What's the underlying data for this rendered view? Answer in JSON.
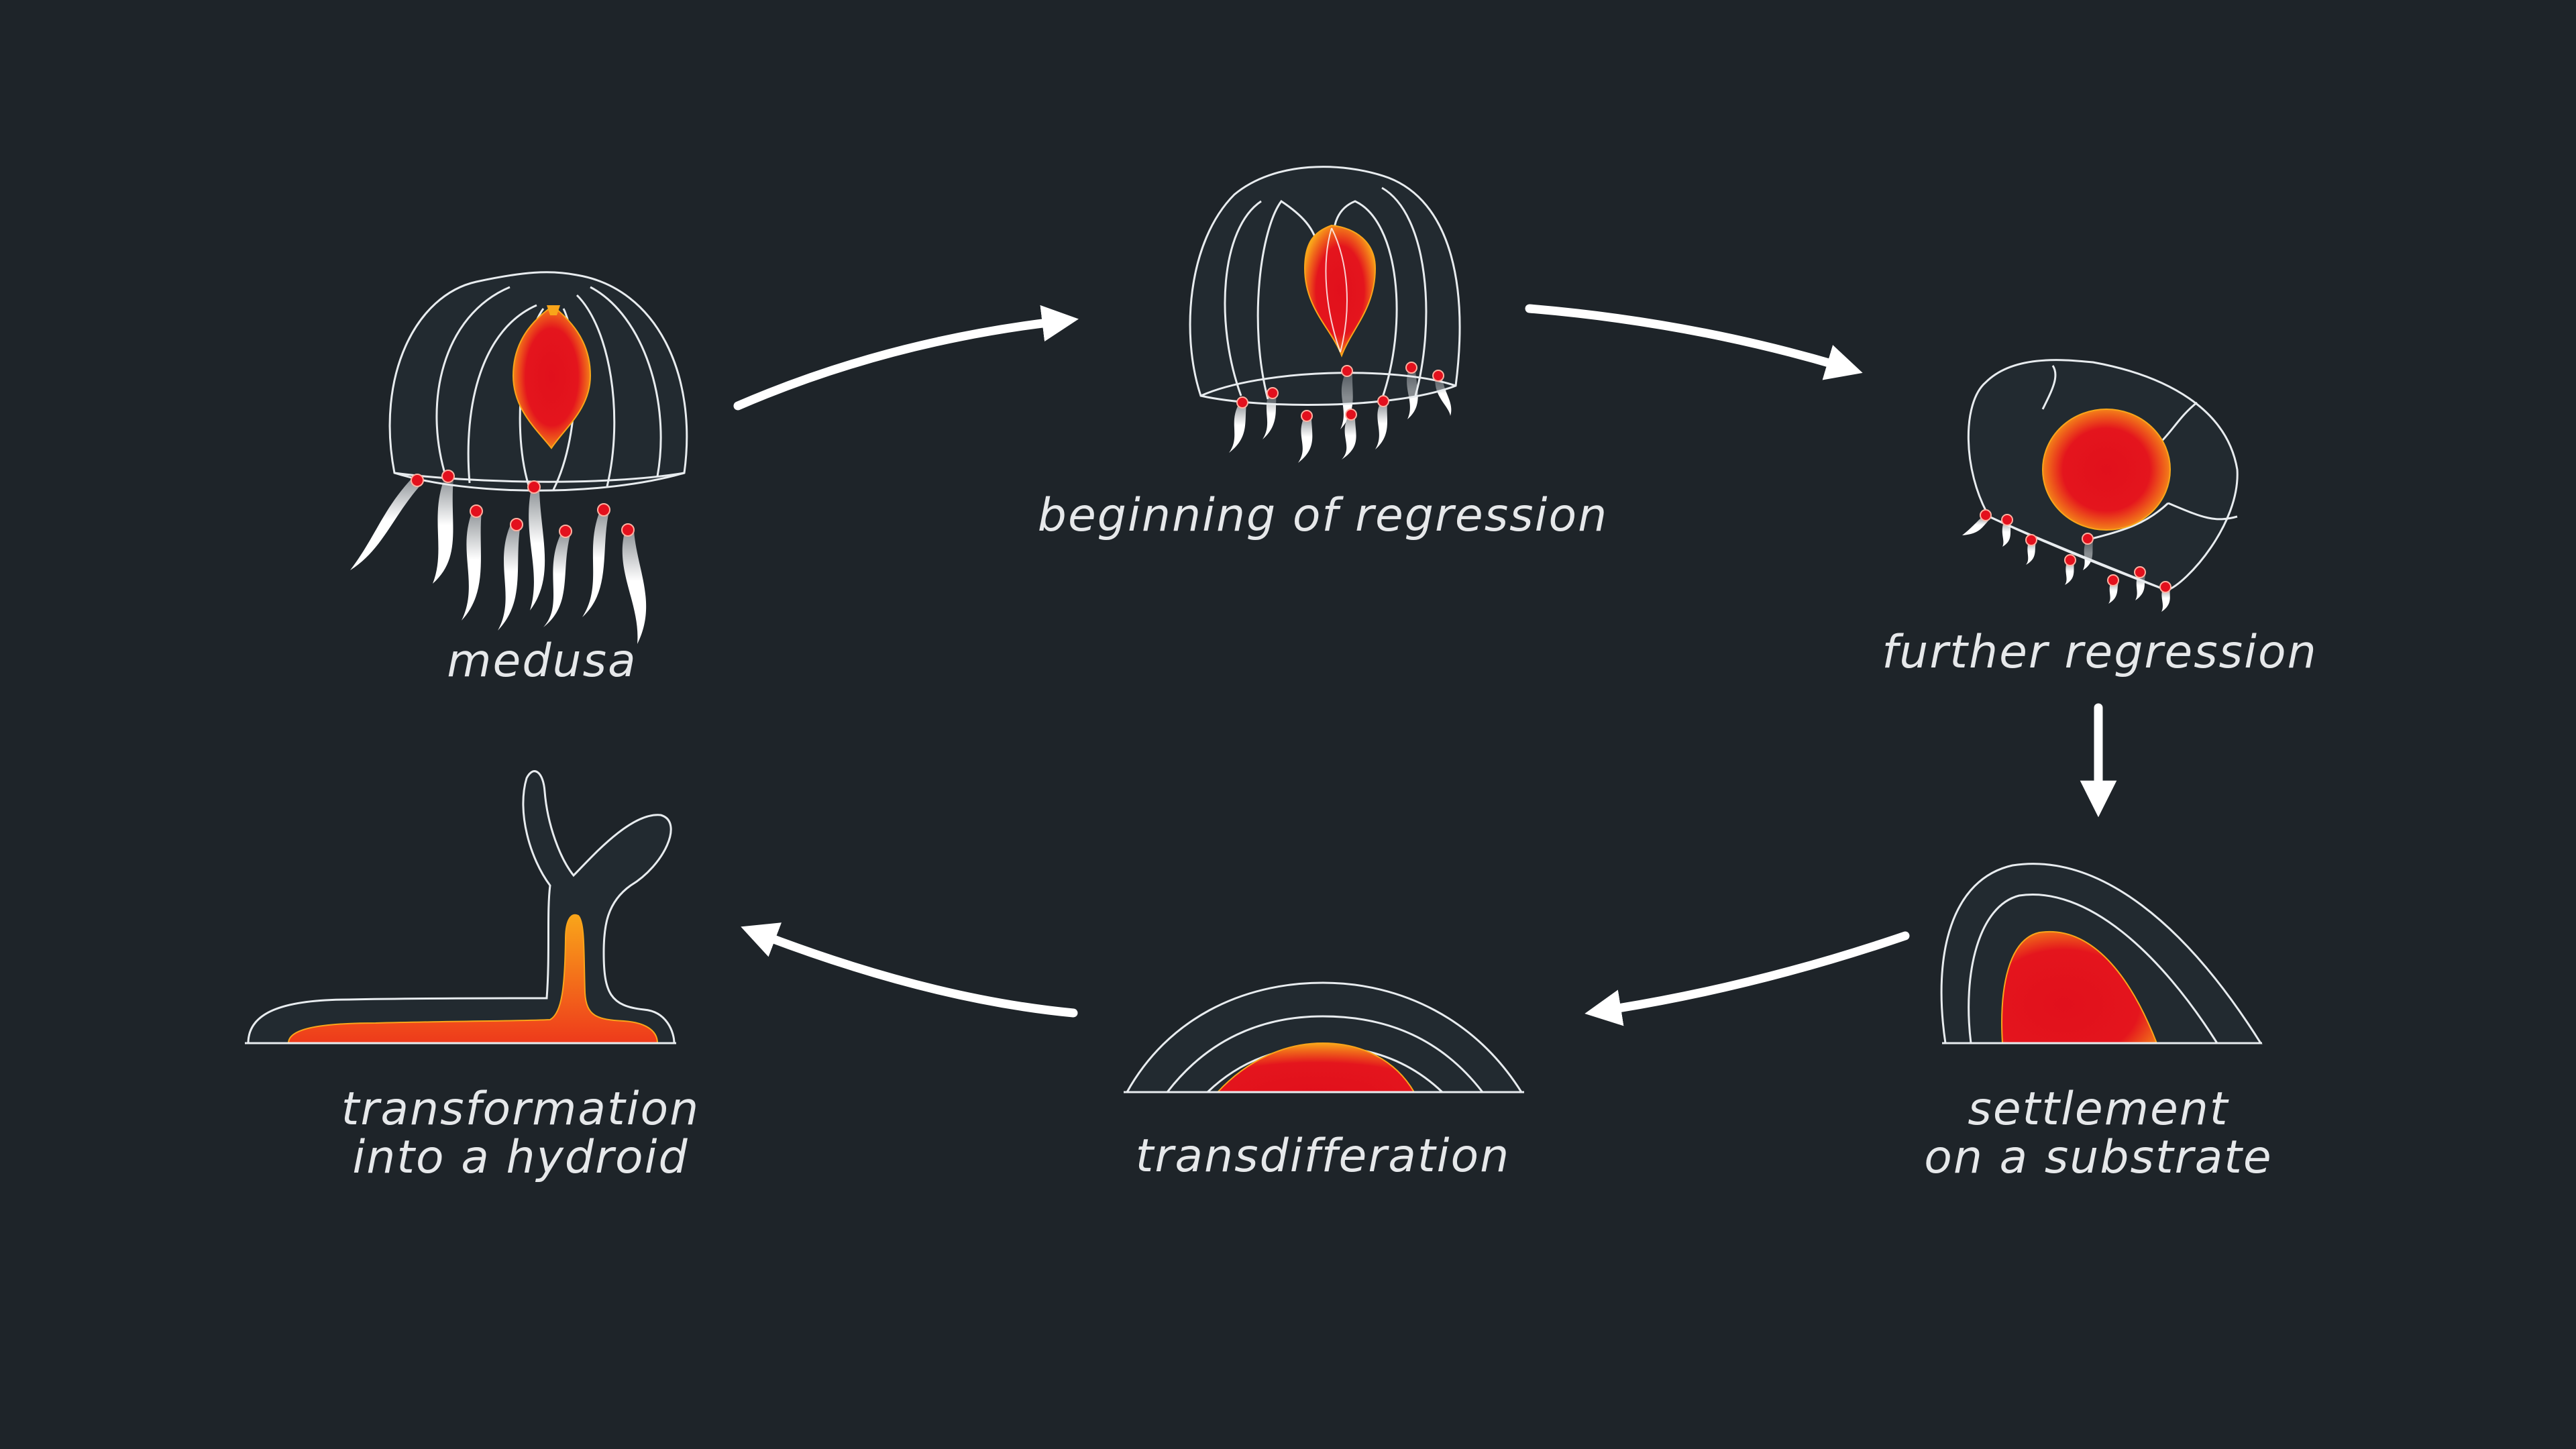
{
  "colors": {
    "background": "#1e2429",
    "outline": "#e8ecef",
    "arrow": "#ffffff",
    "bell_fill": "#273036",
    "gonad_core": "#e1101c",
    "gonad_edge": "#f9a51a",
    "tentacle": "#f2f2f2",
    "tentacle_dot": "#e3101d"
  },
  "stages": {
    "medusa": {
      "lines": [
        "medusa"
      ],
      "icon": "medusa-jellyfish-icon"
    },
    "beginning": {
      "lines": [
        "beginning of regression"
      ],
      "icon": "regressing-medusa-icon"
    },
    "further": {
      "lines": [
        "further regression"
      ],
      "icon": "regressed-medusa-icon"
    },
    "settlement": {
      "lines": [
        "settlement",
        "on a substrate"
      ],
      "icon": "settled-cyst-icon"
    },
    "transdifferentiation": {
      "lines": [
        "transdifferation"
      ],
      "icon": "cyst-icon"
    },
    "hydroid": {
      "lines": [
        "transformation",
        "into a hydroid"
      ],
      "icon": "hydroid-polyp-icon"
    }
  },
  "cycle_order": [
    "medusa",
    "beginning",
    "further",
    "settlement",
    "transdifferentiation",
    "hydroid"
  ]
}
